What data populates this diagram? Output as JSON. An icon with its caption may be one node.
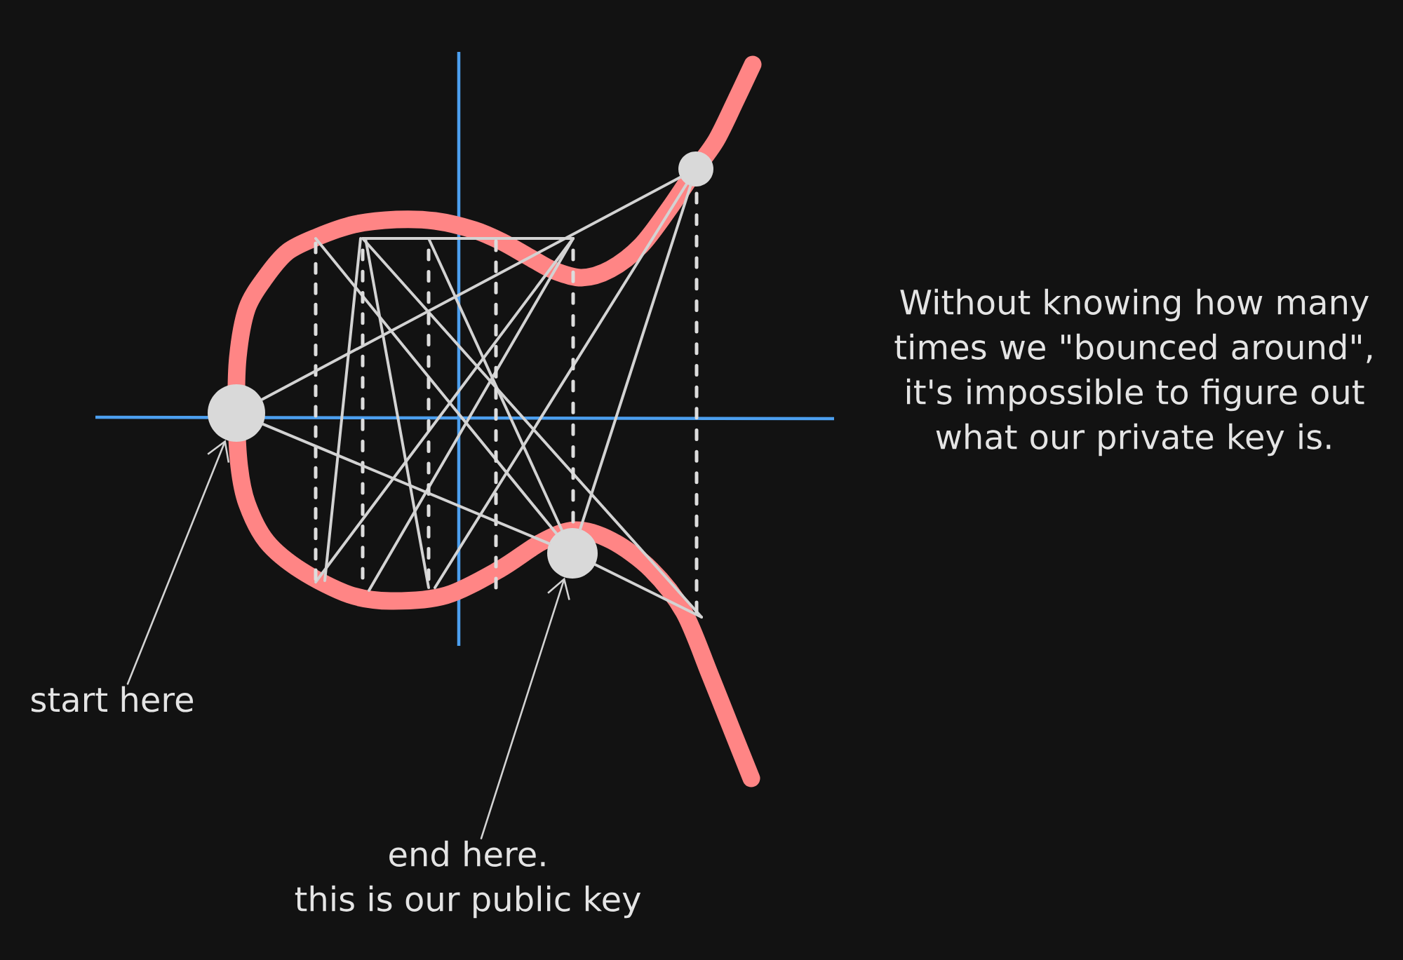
{
  "diagram": {
    "nodes": [
      {
        "text": [
          "start here"
        ]
      },
      {
        "text": [],
        "shape": "circle"
      },
      {
        "text": [
          "end here.",
          "this is our public key"
        ]
      },
      {
        "text": [],
        "shape": "circle"
      },
      {
        "text": [],
        "shape": "circle"
      }
    ],
    "edges": [
      {
        "from": 0,
        "to": 1,
        "arrow": "to"
      },
      {
        "from": 2,
        "to": 3,
        "arrow": "to"
      },
      {
        "from": 1,
        "to": 4,
        "arrow": "none"
      },
      {
        "from": 1,
        "to": 3,
        "arrow": "none"
      },
      {
        "from": 4,
        "to": 3,
        "arrow": "none"
      }
    ],
    "labels": [
      "Without knowing how many times we \"bounced around\", it's impossible to figure out what our private key is."
    ]
  }
}
